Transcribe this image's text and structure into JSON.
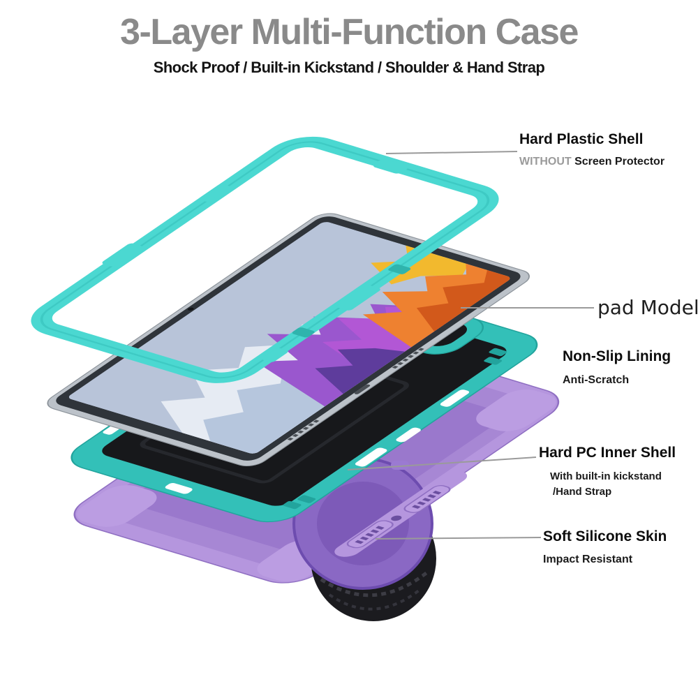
{
  "header": {
    "title": "3-Layer Multi-Function Case",
    "subtitle": "Shock Proof / Built-in Kickstand / Shoulder & Hand Strap",
    "title_color": "#8a8a8a",
    "subtitle_color": "#141414"
  },
  "callouts": {
    "hard_plastic_shell": {
      "title": "Hard Plastic Shell",
      "sub_prefix": "WITHOUT",
      "sub_rest": " Screen Protector"
    },
    "pad_model": {
      "title": "pad Model"
    },
    "non_slip_lining": {
      "title": "Non-Slip Lining",
      "sub": "Anti-Scratch"
    },
    "hard_pc_inner_shell": {
      "title": "Hard PC Inner Shell",
      "sub_line1": "With built-in kickstand",
      "sub_line2": "/Hand Strap"
    },
    "soft_silicone_skin": {
      "title": "Soft Silicone Skin",
      "sub": "Impact Resistant"
    }
  },
  "illustration": {
    "parts": [
      "hard-plastic-shell-frame",
      "tablet-with-wallpaper",
      "hard-pc-inner-shell",
      "soft-silicone-skin",
      "rotating-strap-disc",
      "hand-strap"
    ],
    "colors": {
      "frame_teal": "#4bd8d1",
      "shell_teal": "#33c0b8",
      "shell_teal_dark": "#22a49d",
      "shell_interior_black": "#17181b",
      "silicone_purple": "#b596de",
      "silicone_purple_dark": "#8f6fc2",
      "disc_purple": "#8a68c4",
      "strap_black": "#1b1b1f",
      "tablet_silver": "#bcc2c9",
      "tablet_bezel": "#2f343a",
      "screen_sky": "#b8c4d9",
      "screen_purple": "#9a57ce",
      "screen_magenta": "#b558d6",
      "screen_orange": "#ee8130",
      "screen_yellow": "#f2b92e",
      "callout_line_gray": "#9a9a9a"
    }
  }
}
